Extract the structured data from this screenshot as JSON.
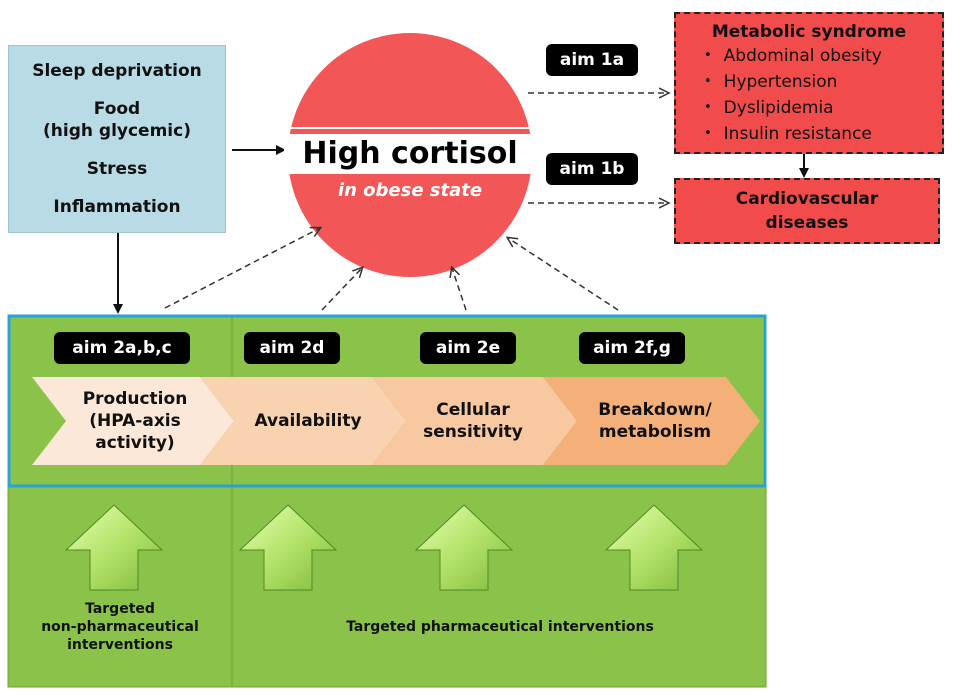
{
  "causes": [
    "Sleep deprivation",
    "Food\n(high glycemic)",
    "Stress",
    "Inflammation"
  ],
  "center": {
    "title": "High cortisol",
    "subtitle": "in obese state"
  },
  "aims": {
    "a1a": "aim 1a",
    "a1b": "aim 1b",
    "a2abc": "aim 2a,b,c",
    "a2d": "aim 2d",
    "a2e": "aim 2e",
    "a2fg": "aim 2f,g"
  },
  "metabolic_syndrome": {
    "title": "Metabolic syndrome",
    "items": [
      "Abdominal obesity",
      "Hypertension",
      "Dyslipidemia",
      "Insulin resistance"
    ]
  },
  "cardio": "Cardiovascular\ndiseases",
  "stages": [
    "Production\n(HPA-axis\nactivity)",
    "Availability",
    "Cellular\nsensitivity",
    "Breakdown/\nmetabolism"
  ],
  "interventions": {
    "non_pharma": "Targeted\nnon-pharmaceutical\ninterventions",
    "pharma": "Targeted pharmaceutical interventions"
  },
  "colors": {
    "causes_bg": "#b9dbe6",
    "circle": "#f25656",
    "red_box": "#f24b4b",
    "green": "#8bc34a",
    "border_blue": "#29a3d6"
  }
}
